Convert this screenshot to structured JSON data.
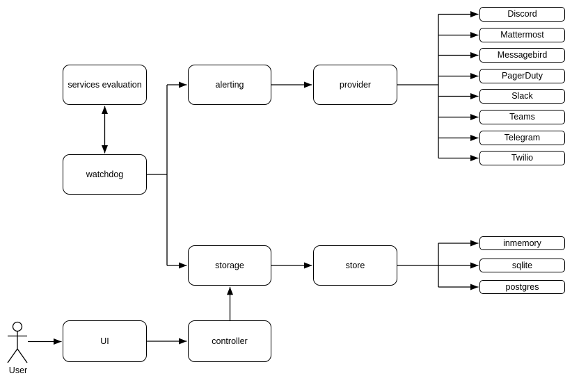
{
  "canvas": {
    "background": "#ffffff",
    "stroke_color": "#000000",
    "text_color": "#000000"
  },
  "actor": {
    "label": "User"
  },
  "nodes": {
    "services_evaluation": {
      "label": "services evaluation"
    },
    "watchdog": {
      "label": "watchdog"
    },
    "alerting": {
      "label": "alerting"
    },
    "provider": {
      "label": "provider"
    },
    "storage": {
      "label": "storage"
    },
    "store": {
      "label": "store"
    },
    "ui": {
      "label": "UI"
    },
    "controller": {
      "label": "controller"
    }
  },
  "providers": [
    {
      "label": "Discord"
    },
    {
      "label": "Mattermost"
    },
    {
      "label": "Messagebird"
    },
    {
      "label": "PagerDuty"
    },
    {
      "label": "Slack"
    },
    {
      "label": "Teams"
    },
    {
      "label": "Telegram"
    },
    {
      "label": "Twilio"
    }
  ],
  "stores": [
    {
      "label": "inmemory"
    },
    {
      "label": "sqlite"
    },
    {
      "label": "postgres"
    }
  ],
  "edges": [
    {
      "from": "User",
      "to": "UI",
      "style": "arrow"
    },
    {
      "from": "UI",
      "to": "controller",
      "style": "arrow"
    },
    {
      "from": "controller",
      "to": "storage",
      "style": "arrow"
    },
    {
      "from": "watchdog",
      "to": "services evaluation",
      "style": "double-arrow"
    },
    {
      "from": "watchdog",
      "to": "alerting",
      "style": "arrow"
    },
    {
      "from": "watchdog",
      "to": "storage",
      "style": "arrow"
    },
    {
      "from": "alerting",
      "to": "provider",
      "style": "arrow"
    },
    {
      "from": "storage",
      "to": "store",
      "style": "arrow"
    },
    {
      "from": "provider",
      "to": "Discord",
      "style": "arrow"
    },
    {
      "from": "provider",
      "to": "Mattermost",
      "style": "arrow"
    },
    {
      "from": "provider",
      "to": "Messagebird",
      "style": "arrow"
    },
    {
      "from": "provider",
      "to": "PagerDuty",
      "style": "arrow"
    },
    {
      "from": "provider",
      "to": "Slack",
      "style": "arrow"
    },
    {
      "from": "provider",
      "to": "Teams",
      "style": "arrow"
    },
    {
      "from": "provider",
      "to": "Telegram",
      "style": "arrow"
    },
    {
      "from": "provider",
      "to": "Twilio",
      "style": "arrow"
    },
    {
      "from": "store",
      "to": "inmemory",
      "style": "arrow"
    },
    {
      "from": "store",
      "to": "sqlite",
      "style": "arrow"
    },
    {
      "from": "store",
      "to": "postgres",
      "style": "arrow"
    }
  ]
}
